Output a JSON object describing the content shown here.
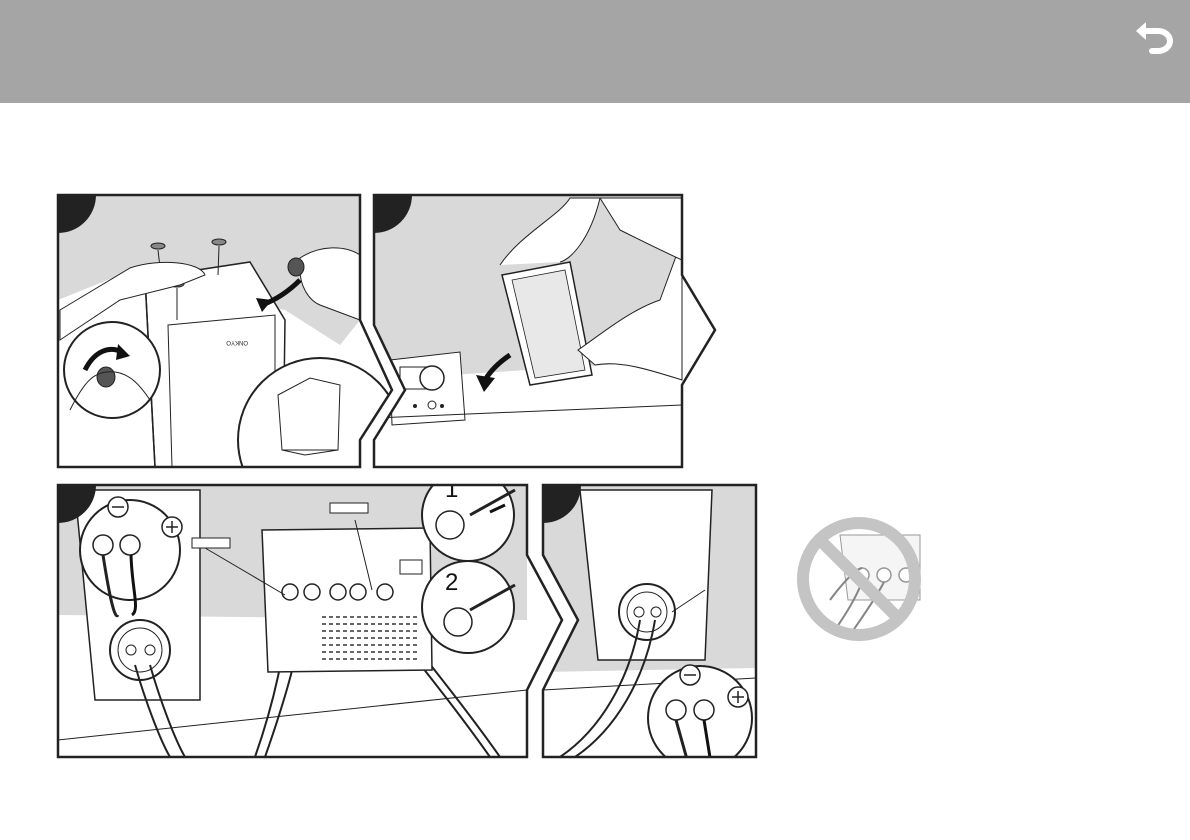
{
  "header": {
    "back_icon": "back-arrow-icon",
    "background": "#a5a5a5"
  },
  "figure": {
    "brand": "ONKYO",
    "substeps": [
      "1",
      "2"
    ]
  },
  "colors": {
    "wall": "#d9d9d9",
    "panel_border": "#222222",
    "prohibit": "#c4c4c4"
  }
}
